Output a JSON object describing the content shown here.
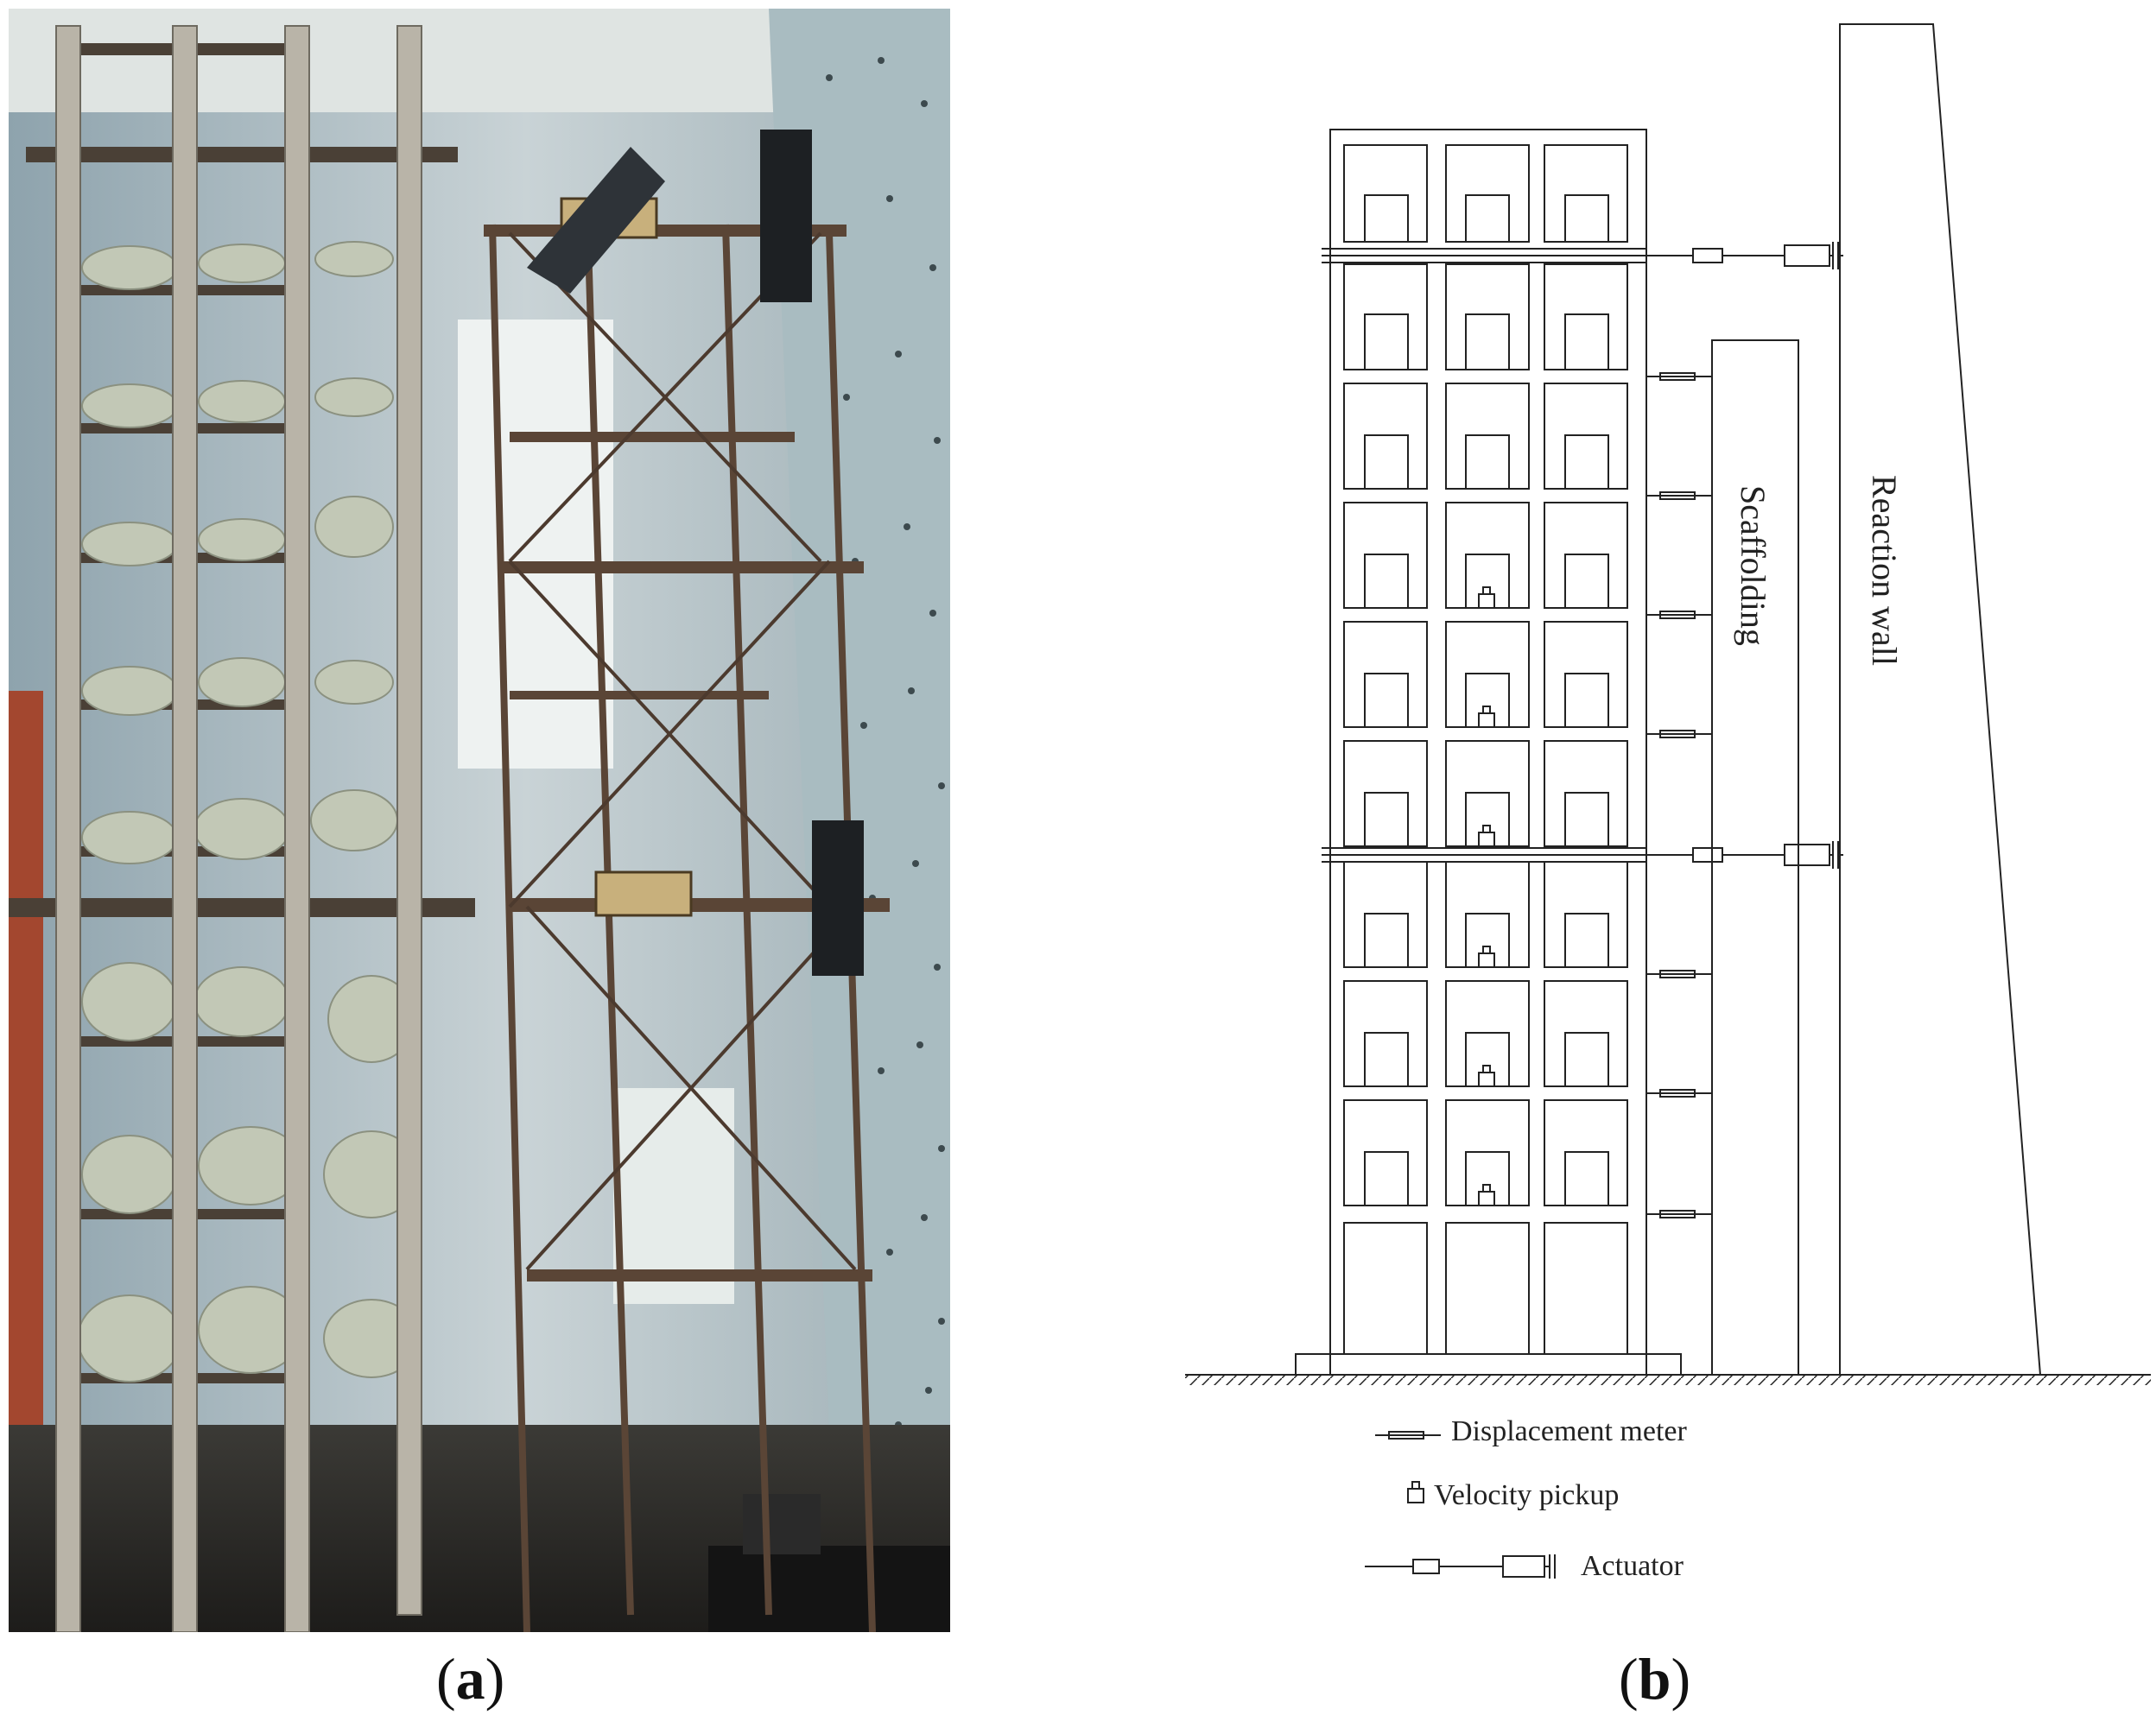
{
  "panels": {
    "a": {
      "label_open": "(",
      "label_letter": "a",
      "label_close": ")"
    },
    "b": {
      "label_open": "(",
      "label_letter": "b",
      "label_close": ")"
    }
  },
  "drawing": {
    "scaffolding_label": "Scaffolding",
    "reaction_wall_label": "Reaction wall",
    "legend": {
      "displacement_meter": "Displacement meter",
      "velocity_pickup": "Velocity pickup",
      "actuator": "Actuator"
    }
  },
  "colors": {
    "line": "#222222",
    "photo_wall": "#aab8bd",
    "bag": "#b7bea8",
    "scaffold_steel": "#5a4536"
  }
}
